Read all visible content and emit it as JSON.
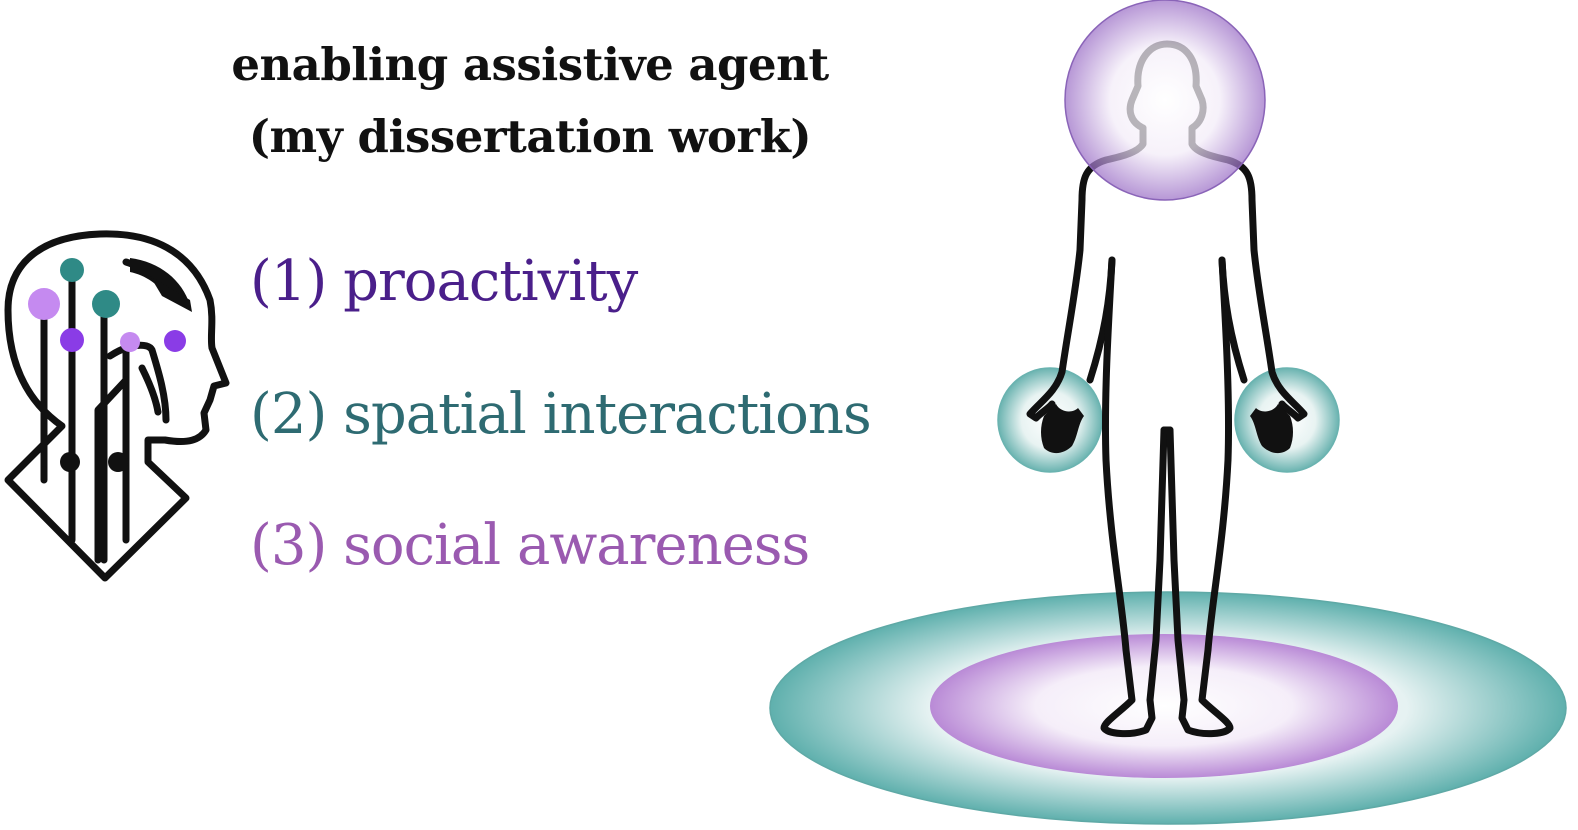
{
  "title": {
    "line1": "enabling assistive agent",
    "line2": "(my dissertation work)"
  },
  "items": [
    {
      "label": "(1) proactivity",
      "color": "#4a1f8a"
    },
    {
      "label": "(2) spatial interactions",
      "color": "#2e6b72"
    },
    {
      "label": "(3) social awareness",
      "color": "#9a5ab0"
    }
  ],
  "colors": {
    "purple": "#9b6fc6",
    "teal": "#5fb0ad",
    "light_purple": "#c58af0",
    "violet": "#8a3ce6",
    "dark_teal": "#2f8a86",
    "ink": "#111111"
  },
  "icons": {
    "head": "ai-head-icon",
    "figure": "human-figure-icon"
  }
}
